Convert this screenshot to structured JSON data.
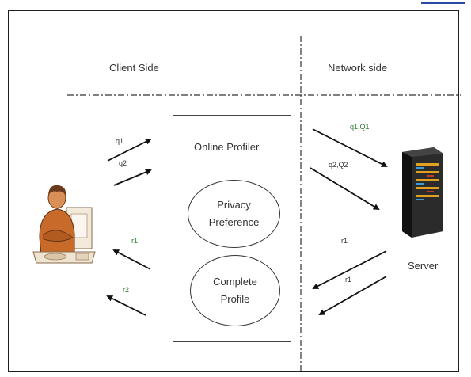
{
  "diagram": {
    "client_side_label": "Client Side",
    "network_side_label": "Network side",
    "profiler_title": "Online Profiler",
    "privacy_line1": "Privacy",
    "privacy_line2": "Preference",
    "complete_line1": "Complete",
    "complete_line2": "Profile",
    "server_label": "Server",
    "arrows": {
      "q1": "q1",
      "q2": "q2",
      "r1": "r1",
      "r2": "r2",
      "q1_q1": "q1,Q1",
      "q2_q2": "q2,Q2",
      "r1_net": "r1",
      "r2_net": "r1"
    }
  },
  "colors": {
    "frame": "#1f1f1f",
    "accent_bar": "#2b4aa6",
    "response_label": "#2a7a2a",
    "server_body": "#1c1c1c",
    "server_lights": "#e0a020"
  },
  "icons": [
    "user-at-computer-icon",
    "server-rack-icon"
  ]
}
